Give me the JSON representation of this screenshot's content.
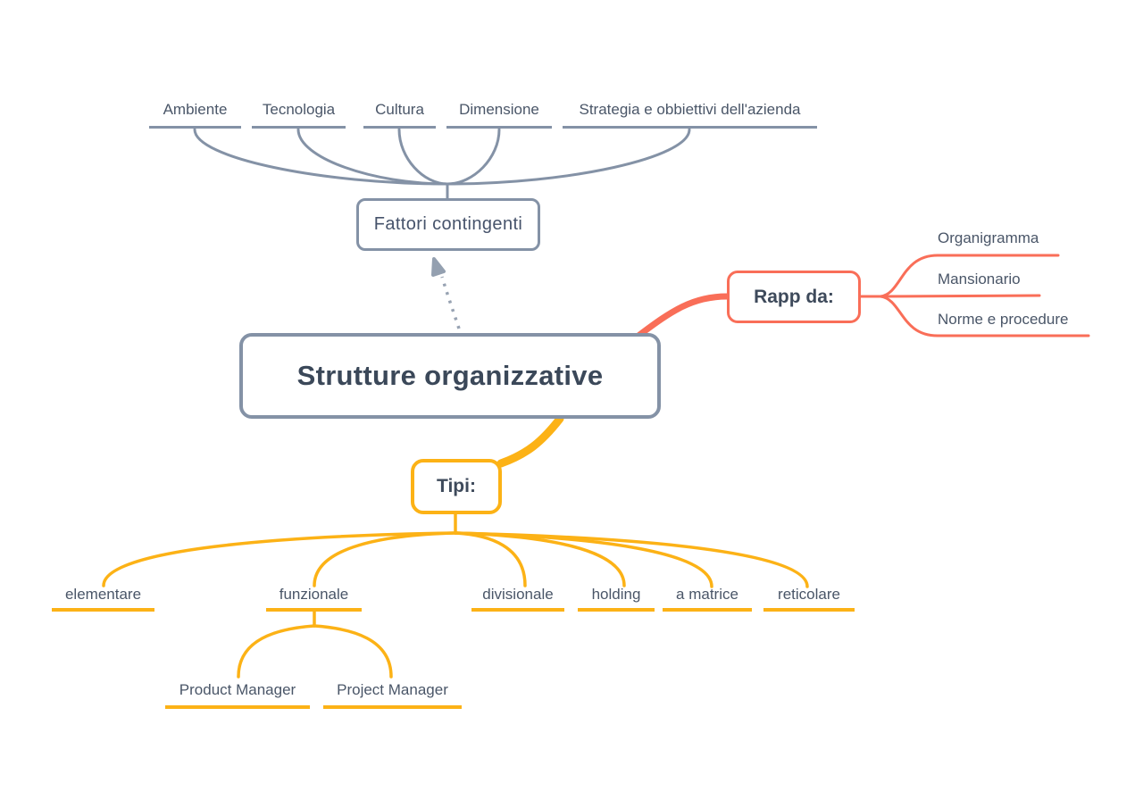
{
  "map": {
    "root": {
      "label": "Strutture organizzative"
    },
    "contingent_factors": {
      "label": "Fattori contingenti",
      "children": [
        {
          "label": "Ambiente"
        },
        {
          "label": "Tecnologia"
        },
        {
          "label": "Cultura"
        },
        {
          "label": "Dimensione"
        },
        {
          "label": "Strategia e obbiettivi dell'azienda"
        }
      ]
    },
    "rapp": {
      "label": "Rapp da:",
      "children": [
        {
          "label": "Organigramma"
        },
        {
          "label": "Mansionario"
        },
        {
          "label": "Norme e procedure"
        }
      ]
    },
    "tipi": {
      "label": "Tipi:",
      "children": [
        {
          "label": "elementare"
        },
        {
          "label": "funzionale"
        },
        {
          "label": "divisionale"
        },
        {
          "label": "holding"
        },
        {
          "label": "a matrice"
        },
        {
          "label": "reticolare"
        }
      ],
      "funzionale_children": [
        {
          "label": "Product Manager"
        },
        {
          "label": "Project Manager"
        }
      ]
    },
    "colors": {
      "slate": "#8492a6",
      "label_text": "#4a5668",
      "node_text": "#3b4859",
      "red_branch": "#f96e58",
      "yellow_branch": "#fcb216"
    }
  }
}
